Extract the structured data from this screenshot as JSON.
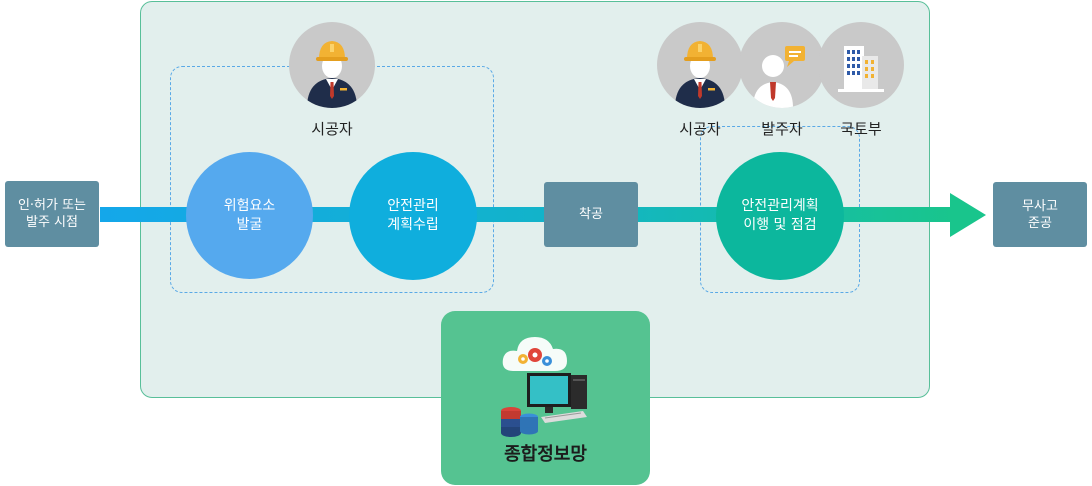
{
  "start": {
    "label": "인·허가 또는\n발주 시점"
  },
  "end": {
    "label": "무사고\n준공"
  },
  "design_stage": {
    "role": "시공자",
    "steps": [
      {
        "label": "위험요소\n발굴",
        "color": "#55a9ee"
      },
      {
        "label": "안전관리\n계획수립",
        "color": "#0faedd"
      }
    ]
  },
  "middle": {
    "label": "착공"
  },
  "construction_stage": {
    "roles": [
      "시공자",
      "발주자",
      "국토부"
    ],
    "step": {
      "label": "안전관리계획\n이행 및 점검",
      "color": "#0cb79d"
    }
  },
  "network": {
    "label": "종합정보망"
  }
}
